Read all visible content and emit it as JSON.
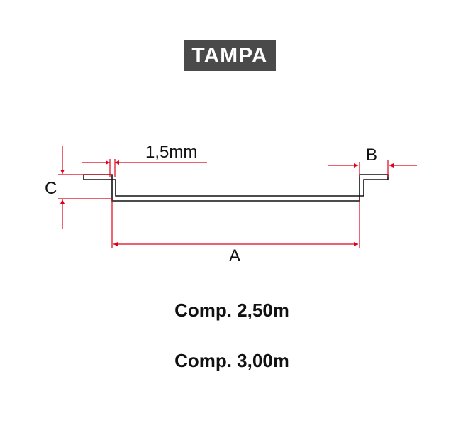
{
  "title": "TAMPA",
  "dimensions": {
    "thickness": "1,5mm",
    "a": "A",
    "b": "B",
    "c": "C"
  },
  "lengths": [
    {
      "label": "Comp. 2,50m"
    },
    {
      "label": "Comp. 3,00m"
    }
  ],
  "colors": {
    "title_bg": "#4a4a4a",
    "title_text": "#ffffff",
    "dimension": "#e0001a",
    "profile": "#111111"
  }
}
